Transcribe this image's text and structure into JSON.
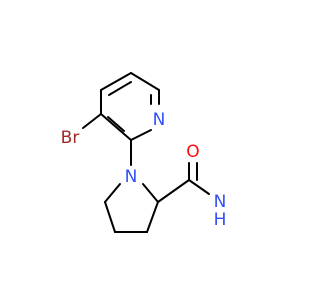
{
  "molecule": {
    "colors": {
      "bond": "#000000",
      "nitrogen": "#3050F8",
      "oxygen": "#FF0D0D",
      "bromine": "#A62929"
    },
    "atoms": {
      "bromine": "Br",
      "pyridine_nitrogen": "N",
      "pyrrolidine_nitrogen": "N",
      "carbonyl_oxygen": "O",
      "amide_nitrogen": "N",
      "amide_hydrogen": "H"
    }
  }
}
